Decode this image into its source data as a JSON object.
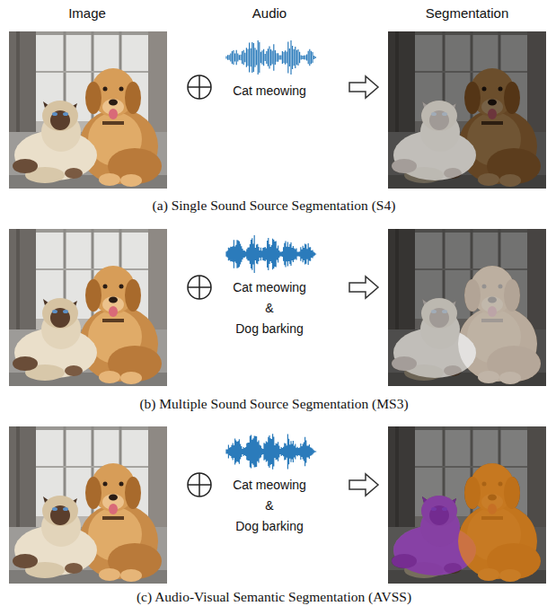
{
  "diagram": {
    "labels": [
      "Image",
      "Audio",
      "Segmentation",
      "Cat meowing",
      "(a) Single Sound Source Segmentation (S4)",
      "Cat meowing",
      "&",
      "Dog barking",
      "(b) Multiple Sound Source Segmentation (MS3)",
      "Cat meowing",
      "&",
      "Dog barking",
      "(c) Audio-Visual Semantic Segmentation (AVSS)"
    ]
  }
}
